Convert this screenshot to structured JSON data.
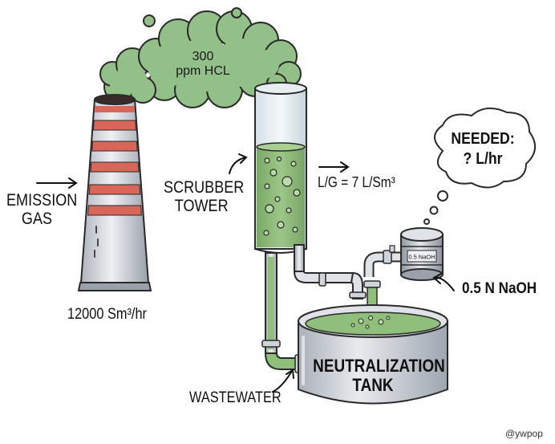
{
  "smoke": {
    "line1": "300",
    "line2": "ppm HCL"
  },
  "emission": {
    "line1": "EMISSION",
    "line2": "GAS"
  },
  "chimney_flow": "12000 Sm³/hr",
  "scrubber": {
    "line1": "SCRUBBER",
    "line2": "TOWER"
  },
  "ratio": "L/G = 7 L/Sm³",
  "needed": {
    "line1": "NEEDED:",
    "line2": "? L/hr"
  },
  "barrel_label": "0.5 NaOH",
  "naoh": "0.5 N NaOH",
  "tank": {
    "line1": "NEUTRALIZATION",
    "line2": "TANK"
  },
  "wastewater": "WASTEWATER",
  "credit": "@ywpop",
  "colors": {
    "liquid_green": "#8fbf7a",
    "smoke_green": "#93bf88",
    "stripe_red": "#d8675a",
    "steel": "#c9ced6"
  }
}
